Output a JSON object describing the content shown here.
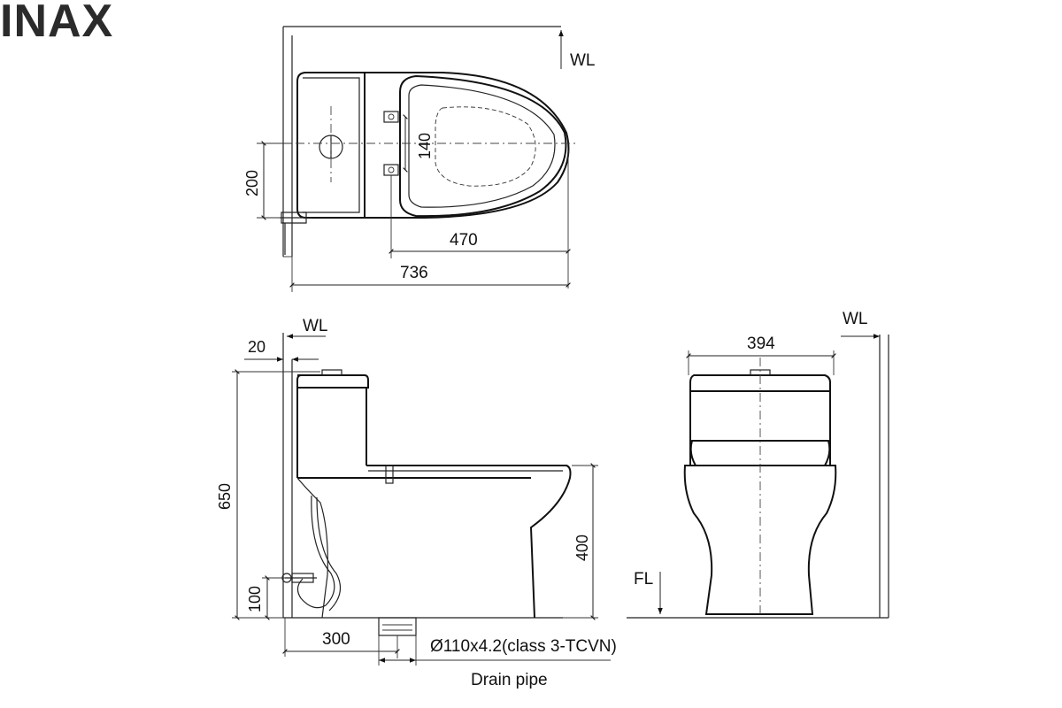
{
  "brand": "INAX",
  "top_view": {
    "wall_label": "WL",
    "dim_supply_offset": "200",
    "dim_bolt_spacing": "140",
    "dim_seat_length": "470",
    "dim_total_length": "736"
  },
  "side_view": {
    "wall_label": "WL",
    "dim_wall_gap": "20",
    "dim_total_height": "650",
    "dim_seat_height": "400",
    "dim_supply_height": "100",
    "dim_drain_offset": "300",
    "drain_spec": "Ø110x4.2(class 3-TCVN)",
    "drain_caption": "Drain pipe"
  },
  "front_view": {
    "wall_label": "WL",
    "floor_label": "FL",
    "dim_width": "394"
  }
}
